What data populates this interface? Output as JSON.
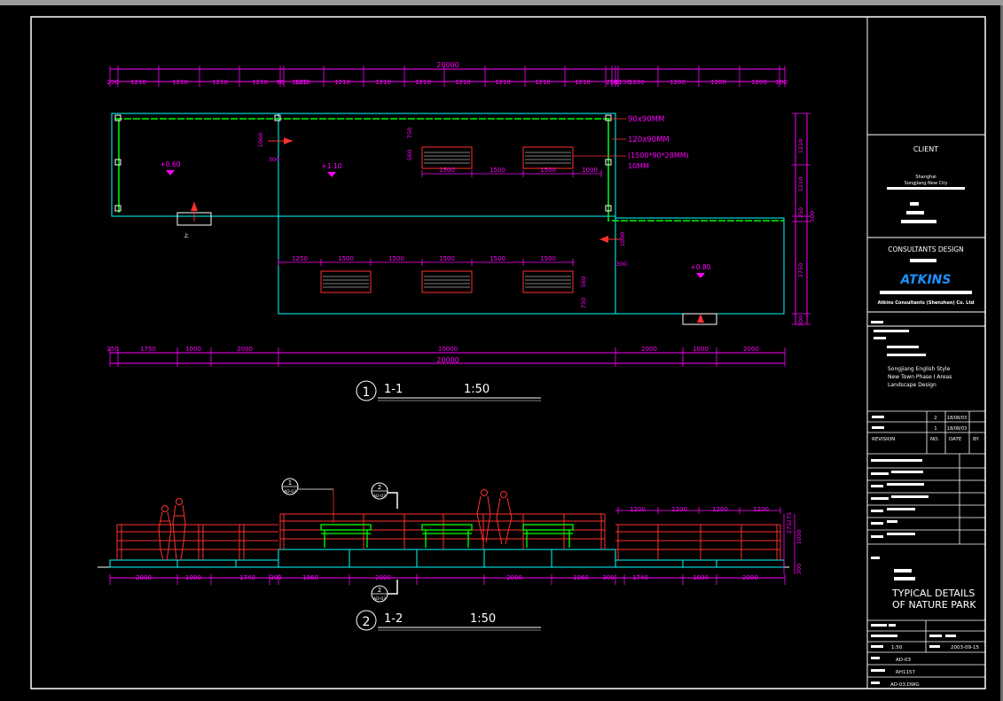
{
  "colors": {
    "dim": "#ff00ff",
    "outline": "#00ffff",
    "rail": "#ff3030",
    "green": "#00ff00",
    "white": "#ffffff",
    "brand": "#1e90ff"
  },
  "plan": {
    "overall_top": "20000",
    "top_dims": [
      "250",
      "1210",
      "1210",
      "1210",
      "1210",
      "1120",
      "90",
      "1210",
      "1210",
      "1210",
      "1210",
      "1210",
      "1210",
      "1210",
      "1210",
      "1150",
      "250",
      "100",
      "1200",
      "1200",
      "1200",
      "1200",
      "100"
    ],
    "callout_1": "90x90MM",
    "callout_2": "120x90MM",
    "callout_3": "(1500*90*28MM)",
    "callout_4": "10MM",
    "bench_dims_top": [
      "1500",
      "1500",
      "1500",
      "1000"
    ],
    "bench_dims_bottom": [
      "1250",
      "1500",
      "1500",
      "1500",
      "1500",
      "1500"
    ],
    "small_dims": [
      "1060",
      "300",
      "560",
      "750",
      "1000",
      "300",
      "560",
      "750"
    ],
    "levels": [
      "+0.60",
      "+1.10",
      "+0.80"
    ],
    "side_dims": [
      "1210",
      "1210",
      "250",
      "100",
      "2750",
      "300"
    ],
    "bottom_dims": [
      "250",
      "1750",
      "1000",
      "2000",
      "10000",
      "2000",
      "1000",
      "2000"
    ],
    "overall_bottom": "20000",
    "title_num": "1",
    "title_code": "1-1",
    "title_scale": "1:50"
  },
  "elevation": {
    "top_dims": [
      "1200",
      "1200",
      "1200",
      "1200"
    ],
    "side_dims": [
      "275",
      "275",
      "1050",
      "300"
    ],
    "bottom_dims": [
      "2000",
      "1000",
      "1740",
      "300",
      "1960",
      "2000",
      "2000",
      "1960",
      "300",
      "1740",
      "1000",
      "2000"
    ],
    "bubble_1": "1",
    "bubble_1_sub": "AD-03",
    "bubble_2": "2",
    "bubble_2_sub": "AD-03",
    "title_num": "2",
    "title_code": "1-2",
    "title_scale": "1:50"
  },
  "titleblock": {
    "client_label": "CLIENT",
    "client_city": "Shanghai",
    "client_town": "Songjiang New City",
    "consultants_label": "CONSULTANTS DESIGN",
    "brand": "ATKINS",
    "brand_sub": "Atkins Consultants (Shenzhen) Co. Ltd",
    "project_en_1": "Songjiang English Style",
    "project_en_2": "New Town Phase I Areas",
    "project_en_3": "Landscape Design",
    "rev_rows": [
      {
        "no": "2",
        "date": "18/08/03"
      },
      {
        "no": "1",
        "date": "18/08/03"
      }
    ],
    "rev_header_1": "REVISION",
    "rev_header_2": "NO.",
    "rev_header_3": "DATE",
    "rev_header_4": "BY",
    "drawing_title_1": "TYPICAL DETAILS",
    "drawing_title_2": "OF NATURE PARK",
    "scale": "1:50",
    "date": "2003-09-15",
    "drawing_no": "AD-03",
    "job_no": "RH1157",
    "file_name": "AD-03.DWG"
  }
}
